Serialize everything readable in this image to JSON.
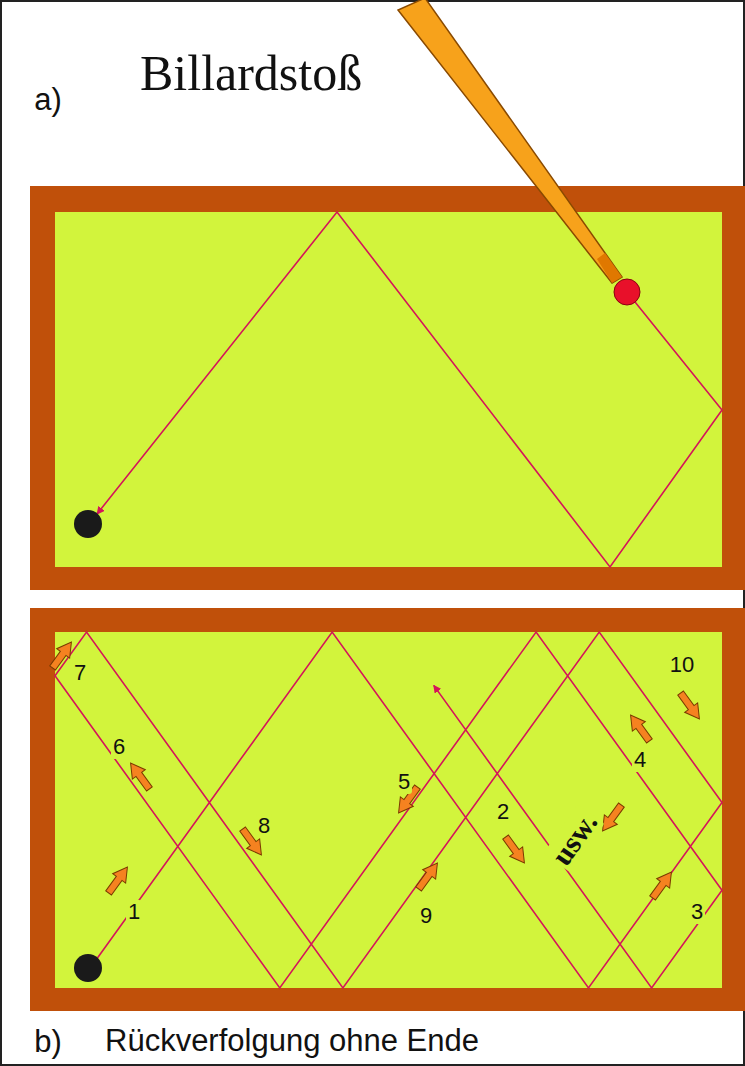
{
  "diagram": {
    "title": "Billardstoß",
    "caption": "Rückverfolgung ohne Ende",
    "labels": [
      "a)",
      "b)",
      "1",
      "2",
      "3",
      "4",
      "5",
      "6",
      "7",
      "8",
      "9",
      "10",
      "usw."
    ]
  }
}
